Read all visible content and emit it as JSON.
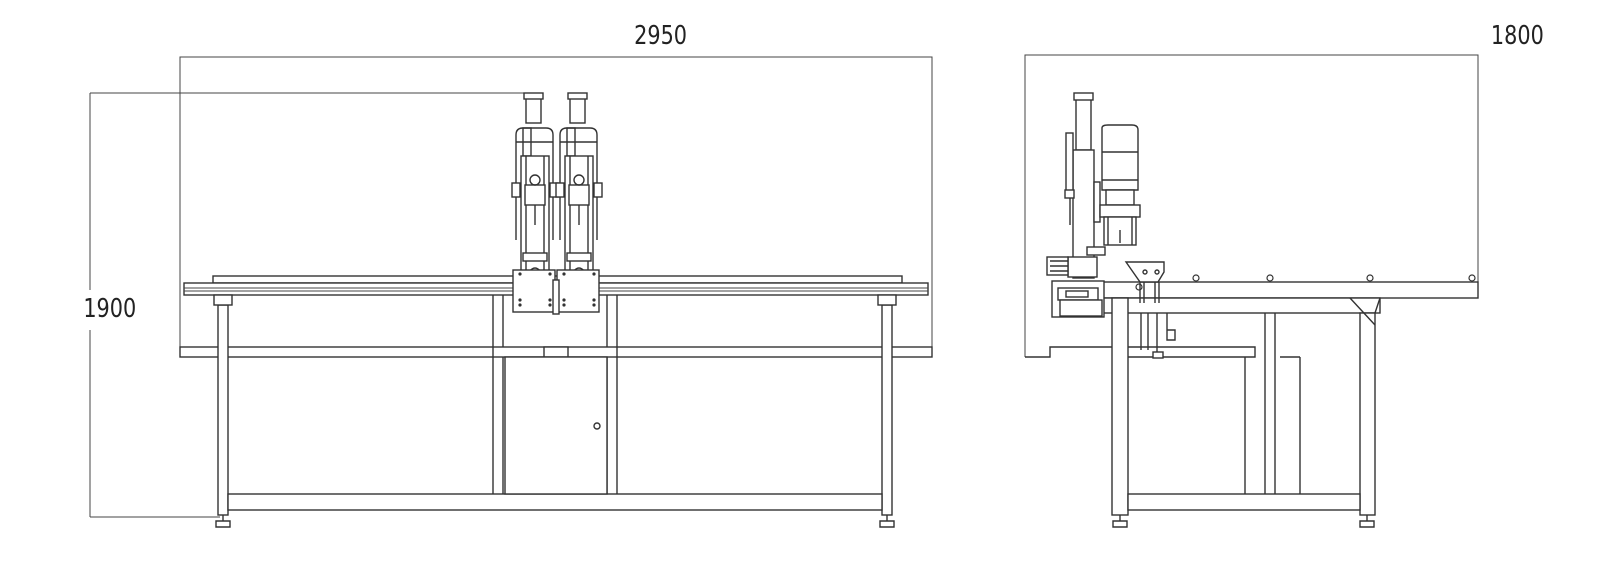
{
  "drawing": {
    "front_view": {
      "width_dimension": "2950",
      "height_dimension": "1900"
    },
    "side_view": {
      "depth_dimension": "1800"
    },
    "line_color": "#333333",
    "background": "#ffffff"
  }
}
